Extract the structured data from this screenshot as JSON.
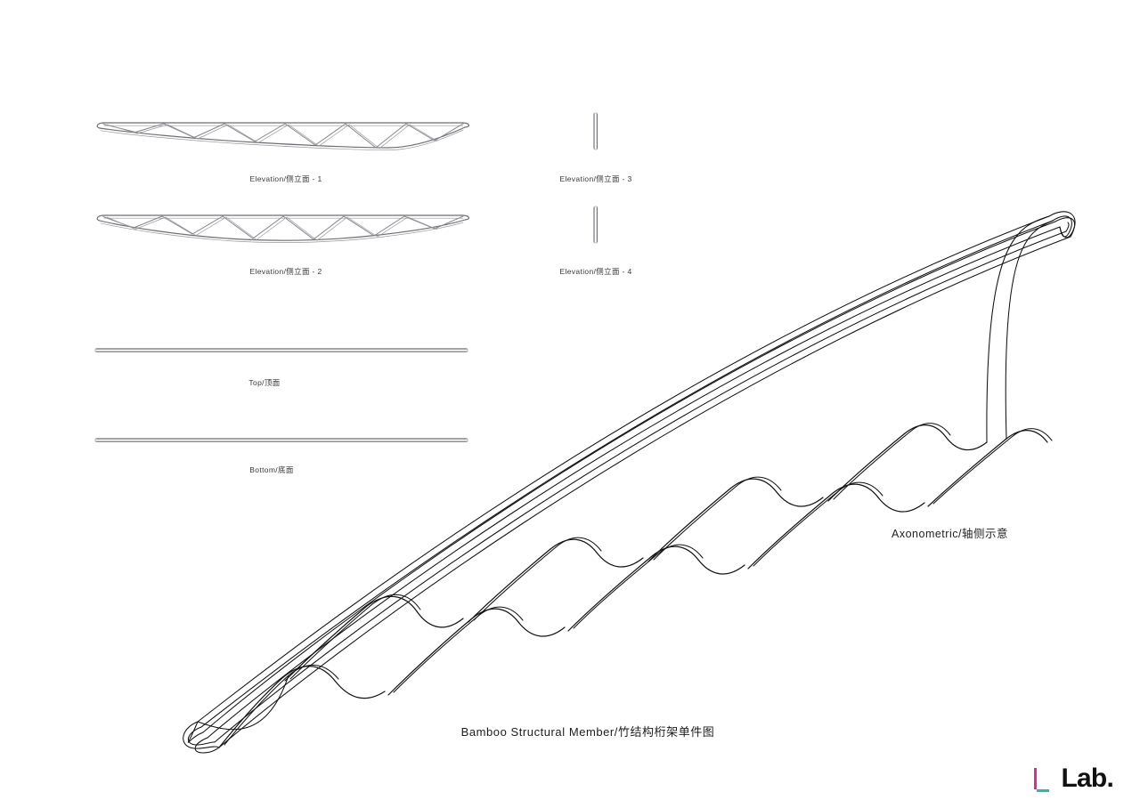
{
  "sheet": {
    "title": "Bamboo Structural Member/竹结构桁架单件图",
    "background_color": "#ffffff",
    "line_color_ortho": "#7b7b80",
    "line_color_axo": "#131313"
  },
  "views": [
    {
      "id": "elevation-1",
      "caption": "Elevation/侧立面 - 1",
      "type": "elevation"
    },
    {
      "id": "elevation-2",
      "caption": "Elevation/侧立面 - 2",
      "type": "elevation"
    },
    {
      "id": "elevation-3",
      "caption": "Elevation/侧立面 - 3",
      "type": "end-elevation"
    },
    {
      "id": "elevation-4",
      "caption": "Elevation/侧立面 - 4",
      "type": "end-elevation"
    },
    {
      "id": "top",
      "caption": "Top/顶面",
      "type": "plan"
    },
    {
      "id": "bottom",
      "caption": "Bottom/底面",
      "type": "plan"
    },
    {
      "id": "axonometric",
      "caption": "Axonometric/轴侧示意",
      "type": "axonometric"
    }
  ],
  "logo": {
    "text": "Lab.",
    "accent_vertical": "#e8268f",
    "accent_horizontal": "#19c3b2",
    "text_color": "#111111"
  }
}
